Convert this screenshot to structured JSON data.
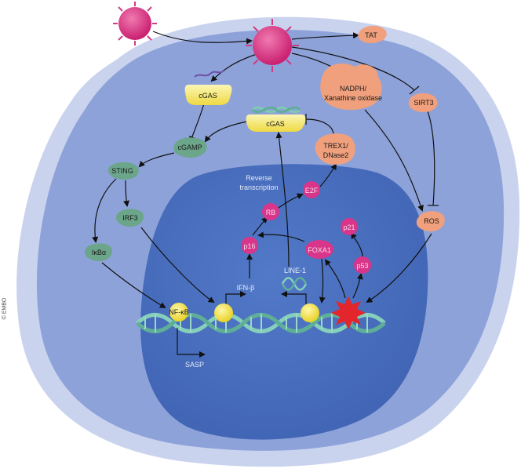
{
  "copyright": "© EMBO",
  "labels": {
    "tat": "TAT",
    "cgas_top": "cGAS",
    "nadph_line1": "NADPH/",
    "nadph_line2": "Xanathine oxidase",
    "sirt3": "SIRT3",
    "cgas_dna": "cGAS",
    "cgamp": "cGAMP",
    "trex_line1": "TREX1/",
    "trex_line2": "DNase2",
    "sting": "STING",
    "irf3": "IRF3",
    "ikba": "IκBα",
    "ros": "ROS",
    "reverse_line1": "Reverse",
    "reverse_line2": "transcription",
    "e2f": "E2F",
    "rb": "RB",
    "p16": "p16",
    "foxa1": "FOXA1",
    "p21": "p21",
    "p53": "p53",
    "line1": "LINE-1",
    "ifnb": "IFN-β",
    "nfkb": "NF-κB",
    "sasp": "SASP"
  },
  "colors": {
    "cell_outer": "#c7d2ec",
    "cytoplasm": "#8c9fd9",
    "nucleus": "#4a6fbf",
    "cgas_yellow": "#f2ea7a",
    "green_node": "#6ba58a",
    "orange_node": "#f0a07c",
    "magenta_node": "#d9358a",
    "virus": "#e0438f",
    "dna": "#7fc9b4",
    "yellow_circle": "#f4e04d",
    "damage": "#e3262b"
  }
}
